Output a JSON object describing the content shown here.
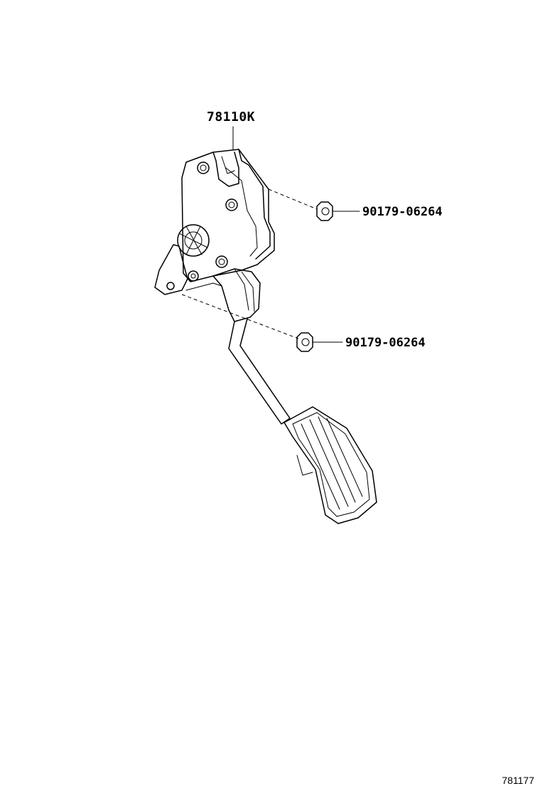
{
  "parts": {
    "pedal_assembly": {
      "part_number": "78110K",
      "icon": "accelerator-pedal-icon"
    },
    "nut_upper": {
      "part_number": "90179-06264",
      "icon": "flange-nut-icon"
    },
    "nut_lower": {
      "part_number": "90179-06264",
      "icon": "flange-nut-icon"
    }
  },
  "figure_number": "781177"
}
